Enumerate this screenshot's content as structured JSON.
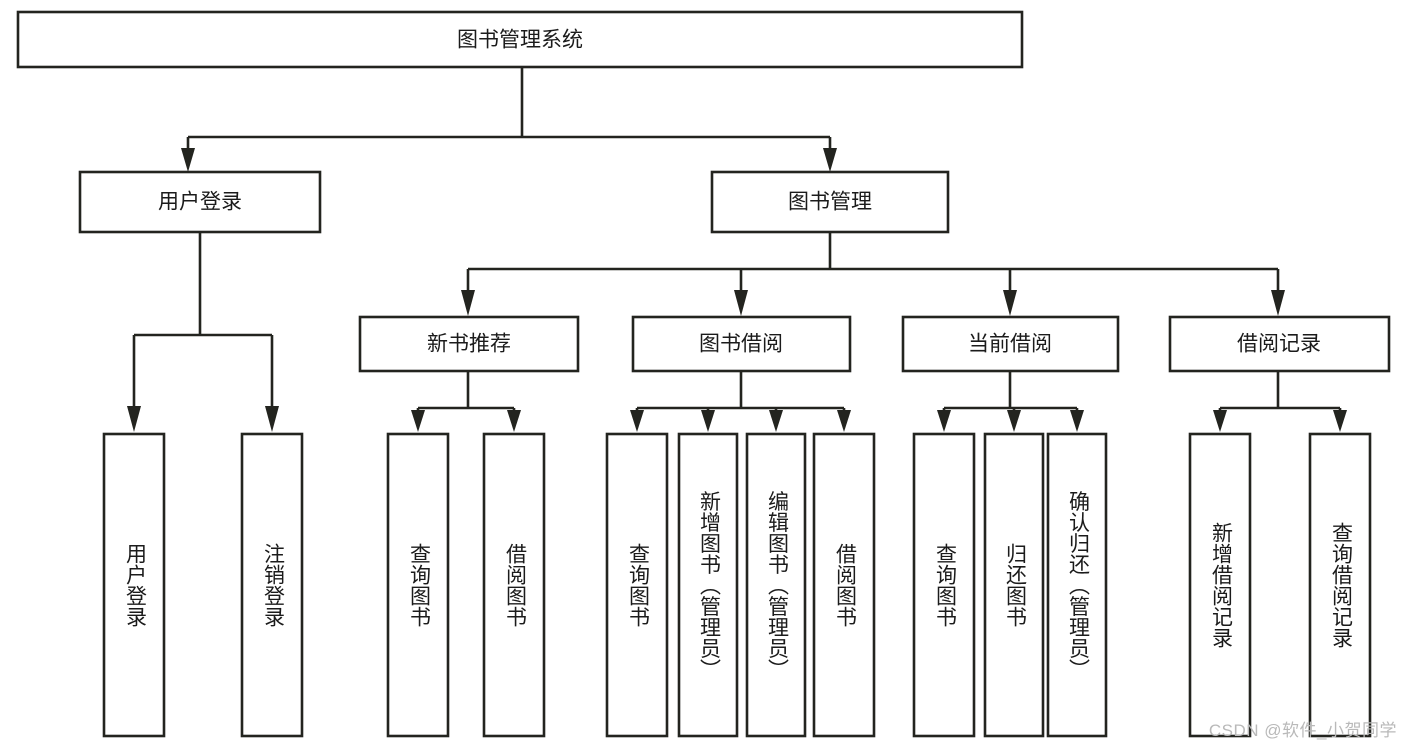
{
  "diagram": {
    "type": "tree-hierarchy",
    "title": "图书管理系统",
    "watermark": "CSDN @软件_小贺同学",
    "colors": {
      "stroke": "#23241f",
      "fill": "#ffffff",
      "text": "#1b1b1b",
      "watermark": "#b9b9b9",
      "background": "#ffffff"
    },
    "levels": [
      {
        "level": 1,
        "nodes": [
          {
            "id": "root",
            "label": "图书管理系统",
            "orientation": "horizontal"
          }
        ]
      },
      {
        "level": 2,
        "nodes": [
          {
            "id": "user-login",
            "label": "用户登录",
            "orientation": "horizontal",
            "parent": "root"
          },
          {
            "id": "book-manage",
            "label": "图书管理",
            "orientation": "horizontal",
            "parent": "root"
          }
        ]
      },
      {
        "level": 3,
        "nodes": [
          {
            "id": "new-book-rec",
            "label": "新书推荐",
            "orientation": "horizontal",
            "parent": "book-manage"
          },
          {
            "id": "book-borrow",
            "label": "图书借阅",
            "orientation": "horizontal",
            "parent": "book-manage"
          },
          {
            "id": "current-borrow",
            "label": "当前借阅",
            "orientation": "horizontal",
            "parent": "book-manage"
          },
          {
            "id": "borrow-record",
            "label": "借阅记录",
            "orientation": "horizontal",
            "parent": "book-manage"
          }
        ]
      },
      {
        "level": 4,
        "nodes": [
          {
            "id": "leaf-user-login",
            "label": "用户登录",
            "orientation": "vertical",
            "parent": "user-login"
          },
          {
            "id": "leaf-logout",
            "label": "注销登录",
            "orientation": "vertical",
            "parent": "user-login"
          },
          {
            "id": "leaf-query-book-1",
            "label": "查询图书",
            "orientation": "vertical",
            "parent": "new-book-rec"
          },
          {
            "id": "leaf-borrow-book-1",
            "label": "借阅图书",
            "orientation": "vertical",
            "parent": "new-book-rec"
          },
          {
            "id": "leaf-query-book-2",
            "label": "查询图书",
            "orientation": "vertical",
            "parent": "book-borrow"
          },
          {
            "id": "leaf-add-book",
            "label": "新增图书（管理员）",
            "orientation": "vertical",
            "parent": "book-borrow"
          },
          {
            "id": "leaf-edit-book",
            "label": "编辑图书（管理员）",
            "orientation": "vertical",
            "parent": "book-borrow"
          },
          {
            "id": "leaf-borrow-book-2",
            "label": "借阅图书",
            "orientation": "vertical",
            "parent": "book-borrow"
          },
          {
            "id": "leaf-query-book-3",
            "label": "查询图书",
            "orientation": "vertical",
            "parent": "current-borrow"
          },
          {
            "id": "leaf-return-book",
            "label": "归还图书",
            "orientation": "vertical",
            "parent": "current-borrow"
          },
          {
            "id": "leaf-confirm-return",
            "label": "确认归还（管理员）",
            "orientation": "vertical",
            "parent": "current-borrow"
          },
          {
            "id": "leaf-add-record",
            "label": "新增借阅记录",
            "orientation": "vertical",
            "parent": "borrow-record"
          },
          {
            "id": "leaf-query-record",
            "label": "查询借阅记录",
            "orientation": "vertical",
            "parent": "borrow-record"
          }
        ]
      }
    ]
  }
}
